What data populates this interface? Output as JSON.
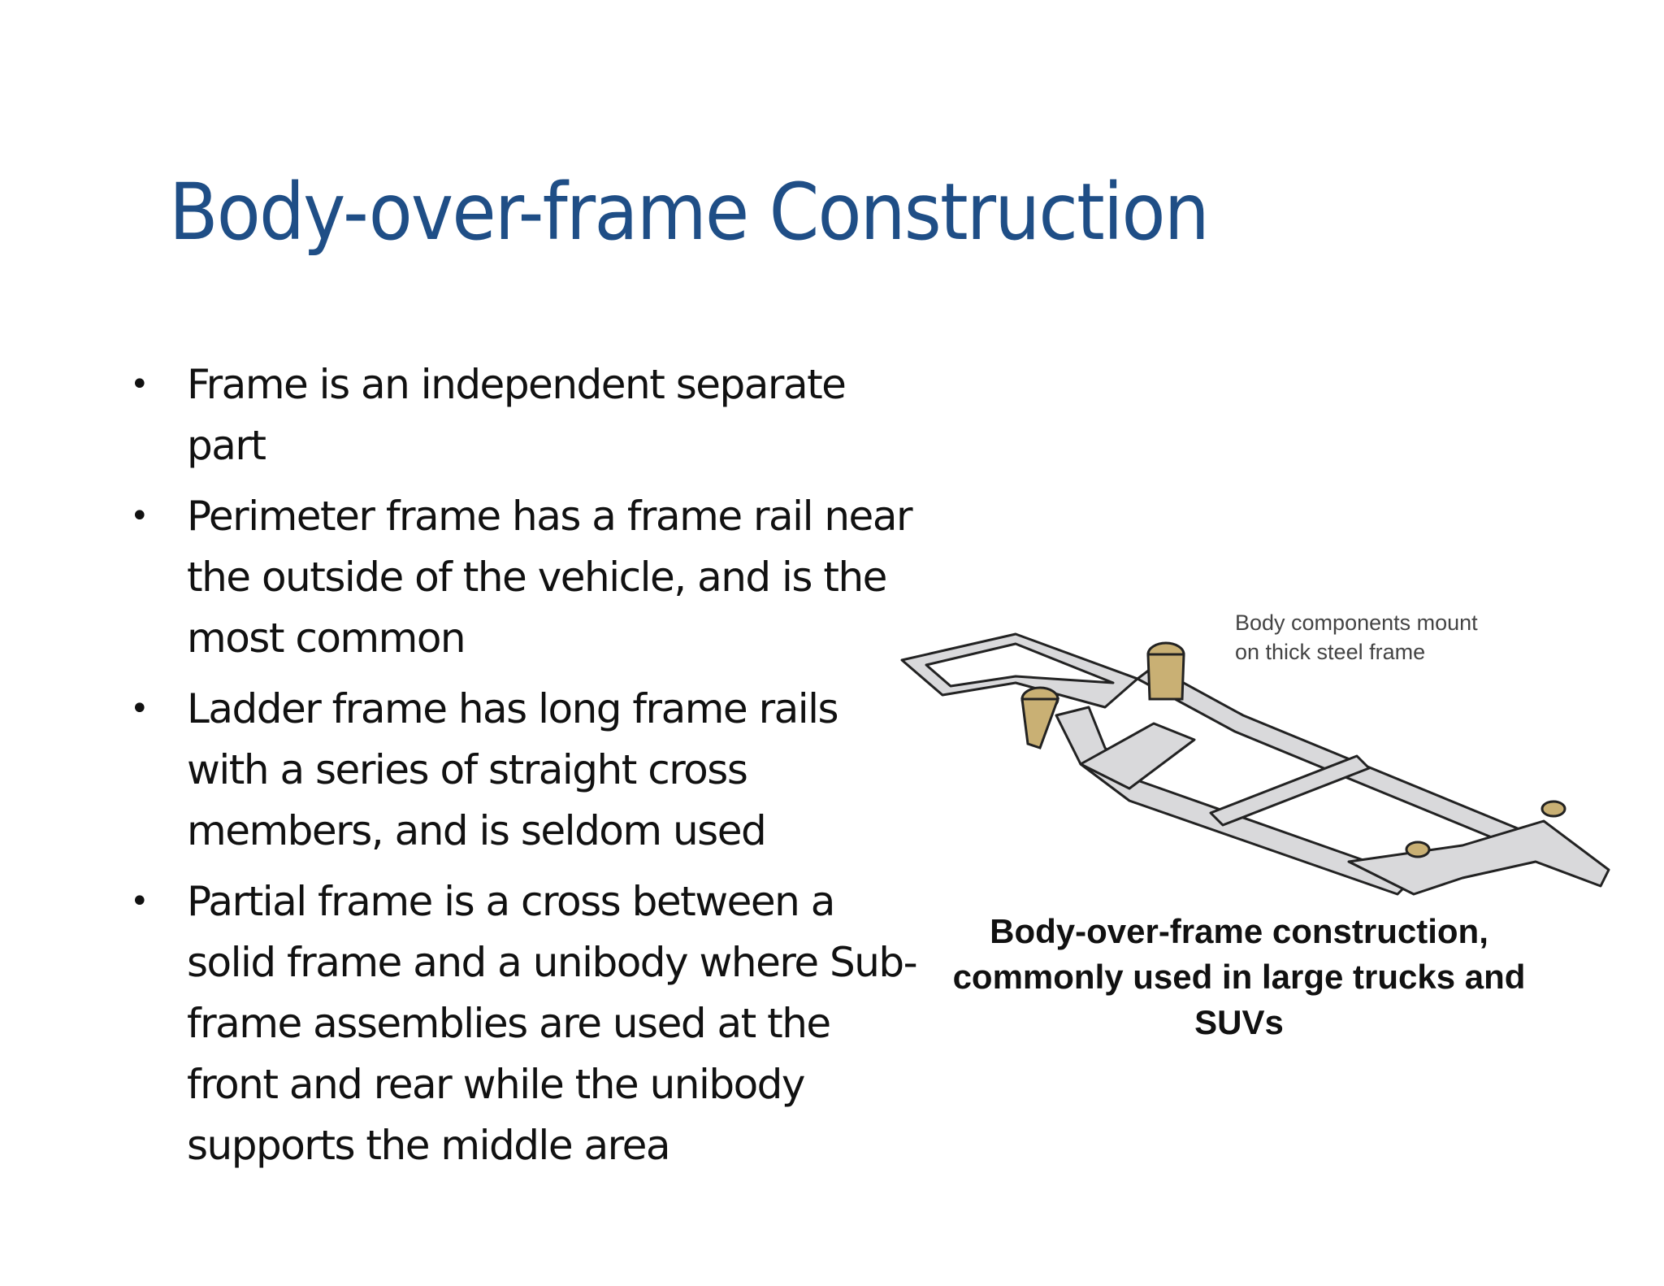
{
  "slide": {
    "title": "Body-over-frame Construction",
    "bullets": [
      "Frame is an independent separate part",
      "Perimeter frame has a frame rail near the outside of the vehicle, and is the most common",
      "Ladder frame has long frame rails with a series of straight cross members, and is seldom used",
      "Partial frame is a cross between a solid frame and a unibody where Sub-frame assemblies are used at the front and rear while the unibody supports the middle area"
    ],
    "figure": {
      "note_line1": "Body components mount",
      "note_line2": "on thick steel frame",
      "caption": "Body-over-frame construction, commonly used in large trucks and SUVs"
    },
    "colors": {
      "title": "#1F4E86",
      "frame_fill": "#D9D9DB",
      "mount_fill": "#C9B074"
    }
  }
}
